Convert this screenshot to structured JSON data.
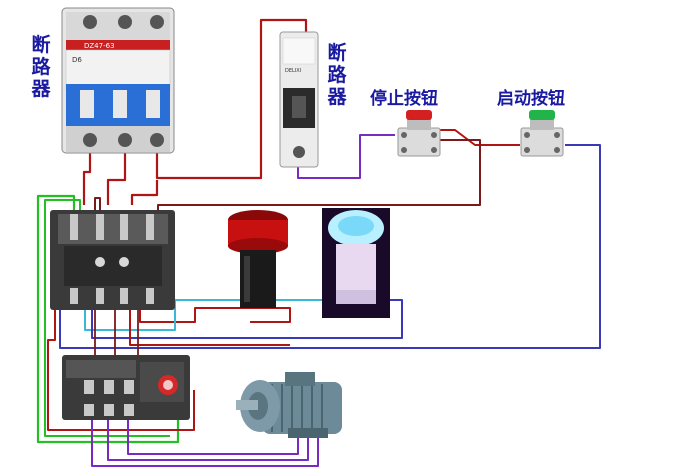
{
  "labels": {
    "breaker_main": "断路器",
    "breaker_control": "断路器",
    "stop_button": "停止按钮",
    "start_button": "启动按钮"
  },
  "device_text": {
    "main_breaker_model": "DZ47-63",
    "main_breaker_rating": "D6",
    "control_breaker_brand": "DELIXI"
  },
  "colors": {
    "wire_red": "#b01515",
    "wire_dark_red": "#7a1a1a",
    "wire_green": "#22c022",
    "wire_purple": "#7a2ac0",
    "wire_blue": "#3a3ab8",
    "wire_cyan": "#3ab8d8",
    "label_blue": "#1a1aa0",
    "stop_button_cap": "#d42020",
    "start_button_cap": "#22b34a",
    "indicator_red": "#c81010",
    "indicator_white": "#b8f0ff",
    "motor_body": "#6c8a98"
  }
}
